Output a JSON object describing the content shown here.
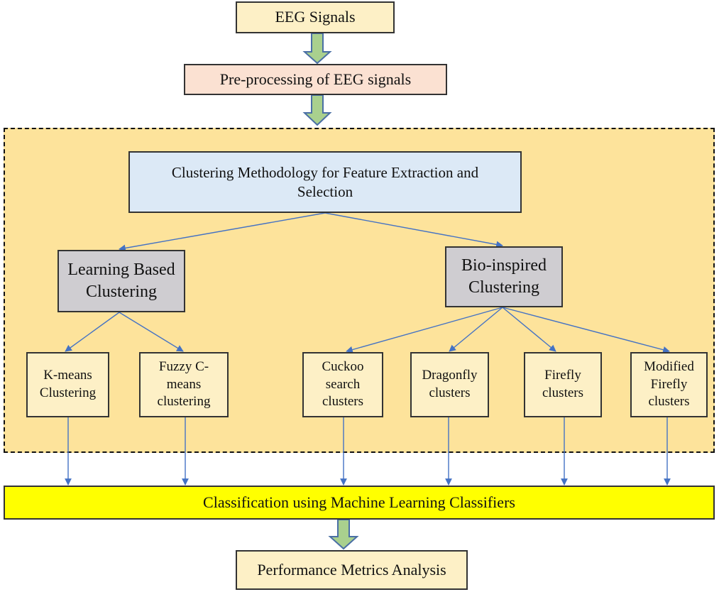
{
  "diagram": {
    "nodes": {
      "eeg_signals": "EEG Signals",
      "preprocessing": "Pre-processing of EEG signals",
      "clustering_methodology": "Clustering Methodology for Feature Extraction and\nSelection",
      "learning_based": "Learning Based\nClustering",
      "bio_inspired": "Bio-inspired\nClustering",
      "kmeans": "K-means\nClustering",
      "fuzzy": "Fuzzy C-\nmeans\nclustering",
      "cuckoo": "Cuckoo\nsearch\nclusters",
      "dragonfly": "Dragonfly\nclusters",
      "firefly": "Firefly\nclusters",
      "modified_firefly": "Modified\nFirefly\nclusters",
      "classification": "Classification using Machine Learning Classifiers",
      "performance": "Performance Metrics Analysis"
    },
    "edges": [
      [
        "eeg_signals",
        "preprocessing"
      ],
      [
        "preprocessing",
        "clustering_methodology"
      ],
      [
        "clustering_methodology",
        "learning_based"
      ],
      [
        "clustering_methodology",
        "bio_inspired"
      ],
      [
        "learning_based",
        "kmeans"
      ],
      [
        "learning_based",
        "fuzzy"
      ],
      [
        "bio_inspired",
        "cuckoo"
      ],
      [
        "bio_inspired",
        "dragonfly"
      ],
      [
        "bio_inspired",
        "firefly"
      ],
      [
        "bio_inspired",
        "modified_firefly"
      ],
      [
        "kmeans",
        "classification"
      ],
      [
        "fuzzy",
        "classification"
      ],
      [
        "cuckoo",
        "classification"
      ],
      [
        "dragonfly",
        "classification"
      ],
      [
        "firefly",
        "classification"
      ],
      [
        "modified_firefly",
        "classification"
      ],
      [
        "classification",
        "performance"
      ]
    ],
    "colors": {
      "cream": "#fdf0c6",
      "peach": "#fbe1d2",
      "blue": "#dce9f6",
      "grey": "#cfcdd1",
      "region": "#fde39b",
      "yellow": "#ffff00",
      "connector": "#4472c4",
      "block_arrow_fill": "#a9d08e"
    }
  }
}
